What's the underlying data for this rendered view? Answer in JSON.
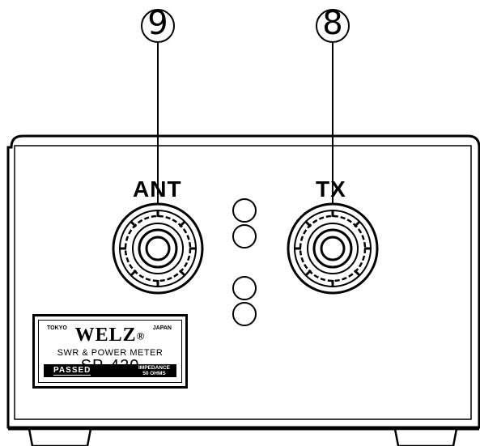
{
  "callouts": {
    "left": "9",
    "right": "8"
  },
  "ports": {
    "ant_label": "ANT",
    "tx_label": "TX"
  },
  "nameplate": {
    "city": "TOKYO",
    "country": "JAPAN",
    "brand": "WELZ",
    "reg_mark": "®",
    "line": "SWR & POWER METER",
    "model": "SP-420",
    "passed": "PASSED",
    "impedance_line1": "IMPEDANCE",
    "impedance_line2": "50 OHMS"
  },
  "colors": {
    "ink": "#000000",
    "paper": "#ffffff"
  }
}
